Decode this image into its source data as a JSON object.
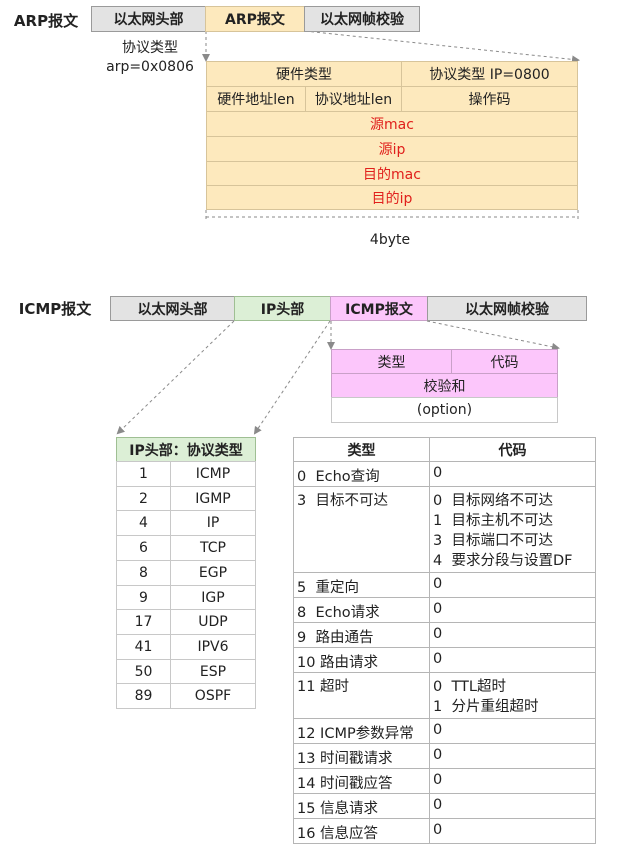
{
  "arp": {
    "title": "ARP报文",
    "frame": [
      "以太网头部",
      "ARP报文",
      "以太网帧校验"
    ],
    "protocol_note": [
      "协议类型",
      "arp=0x0806"
    ],
    "rows": [
      [
        "硬件类型",
        "协议类型 IP=0800"
      ],
      [
        "硬件地址len",
        "协议地址len",
        "操作码"
      ],
      [
        "源mac"
      ],
      [
        "源ip"
      ],
      [
        "目的mac"
      ],
      [
        "目的ip"
      ]
    ],
    "width_label": "4byte"
  },
  "icmp": {
    "title": "ICMP报文",
    "frame": [
      "以太网头部",
      "IP头部",
      "ICMP报文",
      "以太网帧校验"
    ],
    "header_rows": [
      [
        "类型",
        "代码"
      ],
      [
        "校验和"
      ],
      [
        "(option)"
      ]
    ]
  },
  "ip_proto_table": {
    "header": "IP头部：协议类型",
    "rows": [
      [
        "1",
        "ICMP"
      ],
      [
        "2",
        "IGMP"
      ],
      [
        "4",
        "IP"
      ],
      [
        "6",
        "TCP"
      ],
      [
        "8",
        "EGP"
      ],
      [
        "9",
        "IGP"
      ],
      [
        "17",
        "UDP"
      ],
      [
        "41",
        "IPV6"
      ],
      [
        "50",
        "ESP"
      ],
      [
        "89",
        "OSPF"
      ]
    ]
  },
  "icmp_type_table": {
    "columns": [
      "类型",
      "代码"
    ],
    "rows": [
      {
        "type": "0  Echo查询",
        "codes": [
          "0"
        ]
      },
      {
        "type": "3  目标不可达",
        "codes": [
          "0  目标网络不可达",
          "1  目标主机不可达",
          "3  目标端口不可达",
          "4  要求分段与设置DF"
        ]
      },
      {
        "type": "5  重定向",
        "codes": [
          "0"
        ]
      },
      {
        "type": "8  Echo请求",
        "codes": [
          "0"
        ]
      },
      {
        "type": "9  路由通告",
        "codes": [
          "0"
        ]
      },
      {
        "type": "10 路由请求",
        "codes": [
          "0"
        ]
      },
      {
        "type": "11 超时",
        "codes": [
          "0  TTL超时",
          "1  分片重组超时"
        ]
      },
      {
        "type": "12 ICMP参数异常",
        "codes": [
          "0"
        ]
      },
      {
        "type": "13 时间戳请求",
        "codes": [
          "0"
        ]
      },
      {
        "type": "14 时间戳应答",
        "codes": [
          "0"
        ]
      },
      {
        "type": "15 信息请求",
        "codes": [
          "0"
        ]
      },
      {
        "type": "16 信息应答",
        "codes": [
          "0"
        ]
      }
    ]
  },
  "colors": {
    "gray": "#e3e3e3",
    "tan": "#fde9bd",
    "green": "#dcefd6",
    "pink": "#fcc6fb",
    "highlight_text": "#e0201c"
  }
}
